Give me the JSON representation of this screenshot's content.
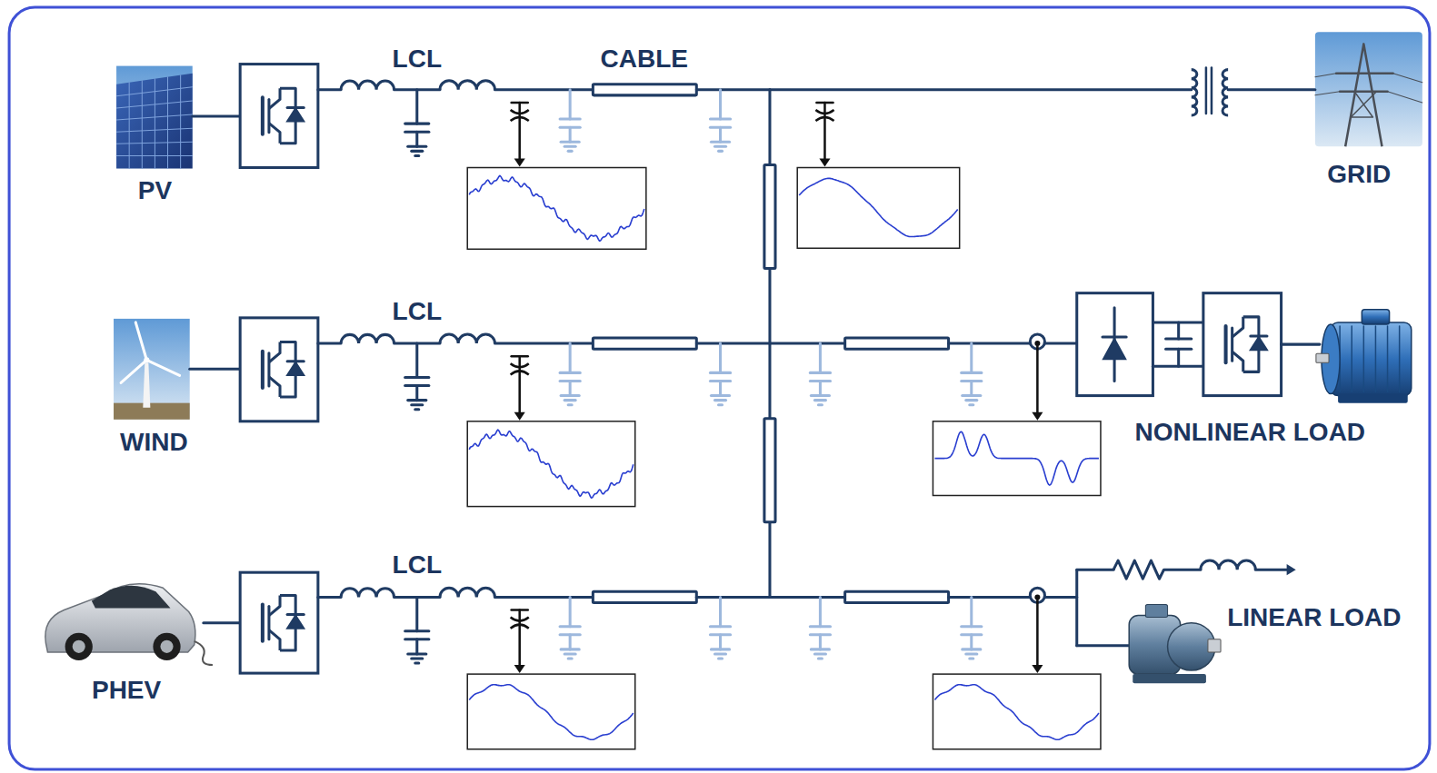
{
  "diagram": {
    "labels": [
      "PV",
      "LCL",
      "CABLE",
      "GRID",
      "WIND",
      "LCL",
      "NONLINEAR LOAD",
      "PHEV",
      "LCL",
      "LINEAR LOAD"
    ]
  }
}
